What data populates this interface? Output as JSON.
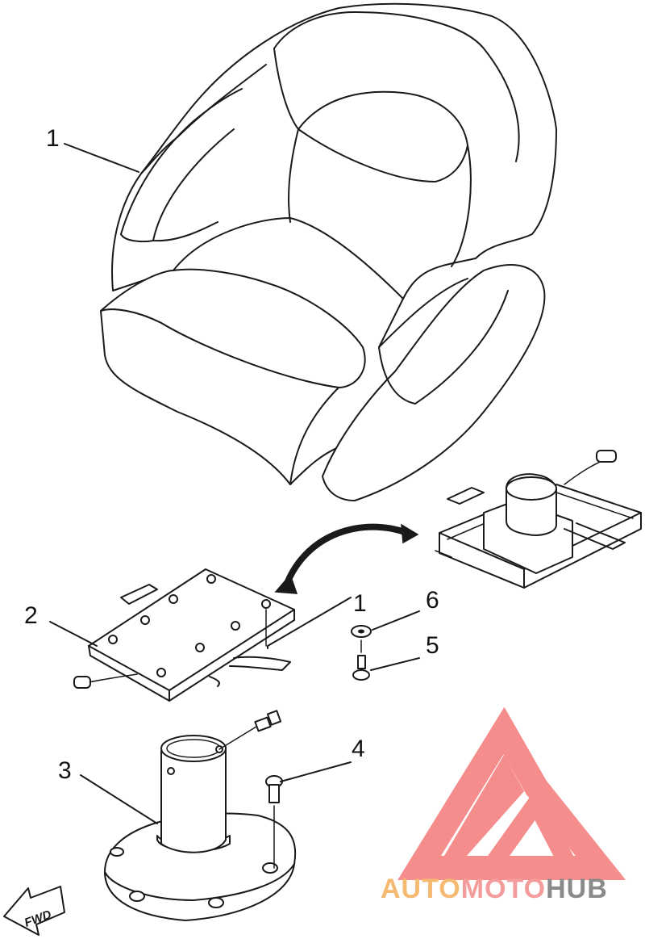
{
  "diagram": {
    "labels": [
      {
        "id": "seat",
        "text": "1"
      },
      {
        "id": "slider",
        "text": "2"
      },
      {
        "id": "pedestal",
        "text": "3"
      },
      {
        "id": "pedestal-bolt",
        "text": "4"
      },
      {
        "id": "screw",
        "text": "5"
      },
      {
        "id": "washer",
        "text": "6"
      },
      {
        "id": "seat-bracket",
        "text": "1"
      }
    ],
    "fwd_marker": "FWD"
  },
  "watermark": {
    "part1": "AUTO",
    "part2": "MOTO",
    "part3": "HUB",
    "colors": {
      "auto": "#f5b971",
      "moto": "#f49b9b",
      "hub": "#8a8a8a",
      "logo": "#f47a7a"
    }
  }
}
